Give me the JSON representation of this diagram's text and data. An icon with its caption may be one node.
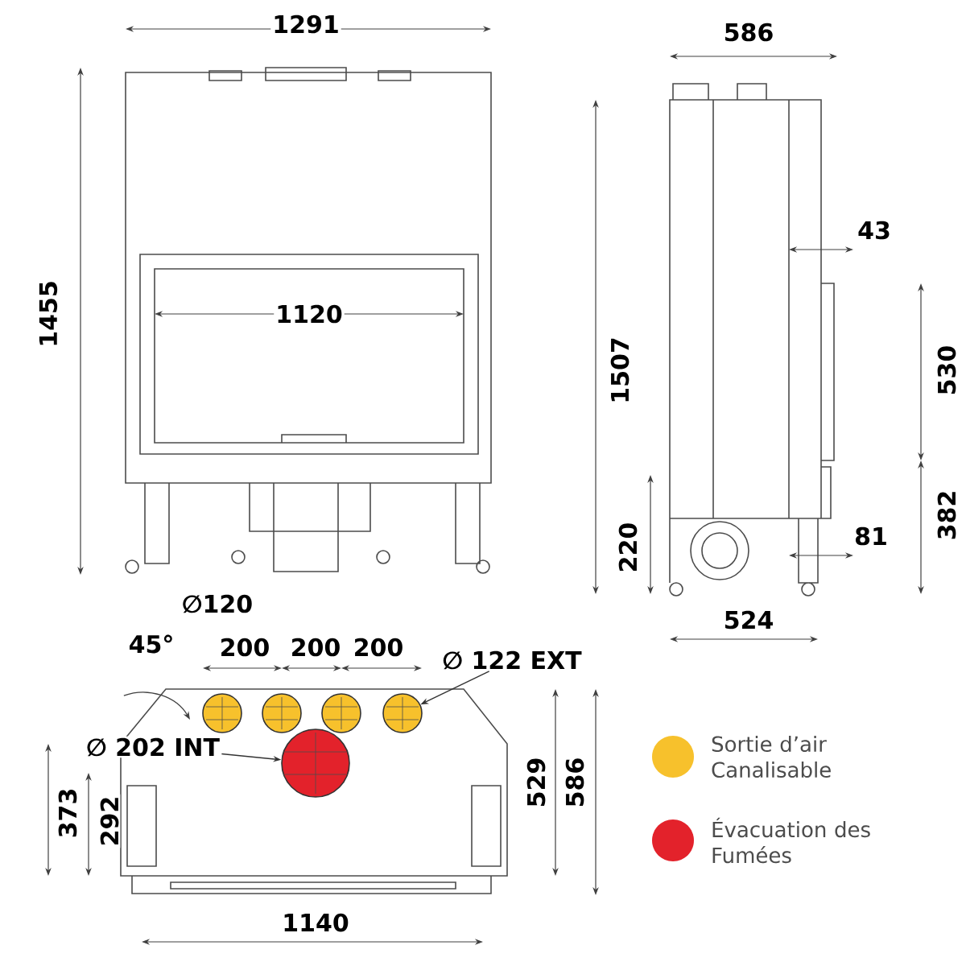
{
  "diagram": {
    "nodes": [
      {
        "text": [],
        "shape": "circle"
      },
      {
        "text": [],
        "shape": "circle"
      },
      {
        "text": [],
        "shape": "circle"
      },
      {
        "text": [],
        "shape": "circle"
      },
      {
        "text": [],
        "shape": "circle"
      },
      {
        "text": [
          "∅ 122 EXT"
        ]
      },
      {
        "text": [
          "∅ 202 INT"
        ]
      }
    ],
    "edges": [
      {
        "from": 5,
        "to": 3,
        "arrow": "to"
      },
      {
        "from": 6,
        "to": 4,
        "arrow": "to"
      }
    ],
    "labels": [
      "1291",
      "1455",
      "1120",
      "∅120",
      "586",
      "1507",
      "43",
      "530",
      "220",
      "382",
      "81",
      "524",
      "45°",
      "200",
      "200",
      "200",
      "529",
      "586",
      "373",
      "292",
      "1140"
    ],
    "legend": [
      {
        "text": "Sortie d’air Canalisable",
        "color": "#f7c12c"
      },
      {
        "text": "Évacuation des Fumées",
        "color": "#e3222b"
      }
    ]
  }
}
